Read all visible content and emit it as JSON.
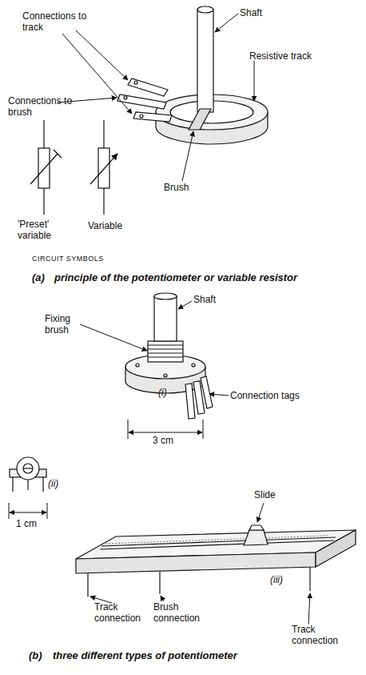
{
  "diagram": {
    "labels": [
      "Connections to track",
      "Shaft",
      "Resistive track",
      "Connections to brush",
      "Brush",
      "'Preset' variable",
      "Variable",
      "CIRCUIT SYMBOLS",
      "(a)",
      "principle of the potentiometer or variable resistor",
      "Shaft",
      "Fixing brush",
      "(i)",
      "Connection tags",
      "3 cm",
      "(ii)",
      "1 cm",
      "Slide",
      "(iii)",
      "Track connection",
      "Brush connection",
      "Track connection",
      "(b)",
      "three different types of potentiometer"
    ]
  }
}
